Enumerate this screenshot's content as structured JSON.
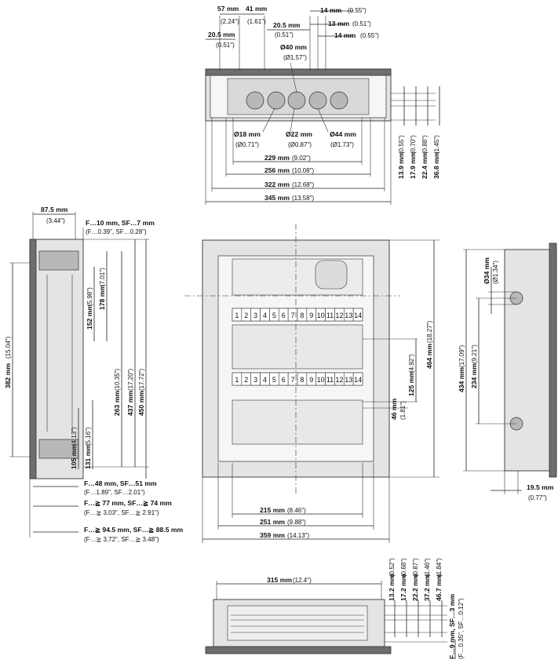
{
  "top_view": {
    "dims": [
      {
        "id": "a1",
        "main": "57 mm",
        "sub": "(2.24\")"
      },
      {
        "id": "a2",
        "main": "41 mm",
        "sub": "(1.61\")"
      },
      {
        "id": "a3",
        "main": "20.5 mm",
        "sub": "(0.51\")"
      },
      {
        "id": "a4",
        "main": "20.5 mm",
        "sub": "(0.51\")"
      },
      {
        "id": "a5",
        "main": "14 mm",
        "sub": "(0.55\")"
      },
      {
        "id": "a6",
        "main": "13 mm",
        "sub": "(0.51\")"
      },
      {
        "id": "a7",
        "main": "14 mm",
        "sub": "(0.55\")"
      },
      {
        "id": "a8",
        "main": "Ø40 mm",
        "sub": "(Ø1.57\")"
      },
      {
        "id": "a9",
        "main": "Ø18 mm",
        "sub": "(Ø0.71\")"
      },
      {
        "id": "a10",
        "main": "Ø22 mm",
        "sub": "(Ø0.87\")"
      },
      {
        "id": "a11",
        "main": "Ø44 mm",
        "sub": "(Ø1.73\")"
      },
      {
        "id": "a12",
        "main": "229 mm",
        "sub": "(9.02\")"
      },
      {
        "id": "a13",
        "main": "256 mm",
        "sub": "(10.08\")"
      },
      {
        "id": "a14",
        "main": "322 mm",
        "sub": "(12.68\")"
      },
      {
        "id": "a15",
        "main": "345 mm",
        "sub": "(13.58\")"
      }
    ],
    "vertical": [
      {
        "id": "v1",
        "main": "13.9 mm",
        "sub": "(0.55\")"
      },
      {
        "id": "v2",
        "main": "17.9 mm",
        "sub": "(0.70\")"
      },
      {
        "id": "v3",
        "main": "22.4 mm",
        "sub": "(0.88\")"
      },
      {
        "id": "v4",
        "main": "36.8 mm",
        "sub": "(1.45\")"
      }
    ]
  },
  "side_view": {
    "dims": [
      {
        "id": "s1",
        "main": "87.5 mm",
        "sub": "(3.44\")"
      },
      {
        "id": "s2",
        "main": "F…10 mm, SF…7 mm",
        "sub": "(F…0.39\", SF…0.28\")"
      },
      {
        "id": "s3",
        "main": "F…48 mm, SF…51 mm",
        "sub": "(F…1.89\", SF…2.01\")"
      },
      {
        "id": "s4",
        "main": "F…≧ 77 mm, SF…≧ 74 mm",
        "sub": "(F…≧ 3,03\", SF…≧ 2.91\")"
      },
      {
        "id": "s5",
        "main": "F…≧ 94.5 mm, SF…≧ 88.5 mm",
        "sub": "(F…≧ 3,72\", SF…≧ 3.48\")"
      }
    ],
    "vertical": [
      {
        "id": "sv1",
        "main": "382 mm",
        "sub": "(15.04\")"
      },
      {
        "id": "sv2",
        "main": "178 mm",
        "sub": "(7.01\")"
      },
      {
        "id": "sv3",
        "main": "152 mm",
        "sub": "(5.98\")"
      },
      {
        "id": "sv4",
        "main": "263 mm",
        "sub": "(10.35\")"
      },
      {
        "id": "sv5",
        "main": "437 mm",
        "sub": "(17.20\")"
      },
      {
        "id": "sv6",
        "main": "450 mm",
        "sub": "(17.72\")"
      },
      {
        "id": "sv7",
        "main": "105 mm",
        "sub": "(4.13\")"
      },
      {
        "id": "sv8",
        "main": "131 mm",
        "sub": "(5.16\")"
      }
    ]
  },
  "front_view": {
    "module_numbers": [
      "1",
      "2",
      "3",
      "4",
      "5",
      "6",
      "7",
      "8",
      "9",
      "10",
      "11",
      "12",
      "13",
      "14"
    ],
    "dims": [
      {
        "id": "f1",
        "main": "215 mm",
        "sub": "(8.46\")"
      },
      {
        "id": "f2",
        "main": "251 mm",
        "sub": "(9.88\")"
      },
      {
        "id": "f3",
        "main": "359 mm",
        "sub": "(14.13\")"
      }
    ],
    "vertical": [
      {
        "id": "fv1",
        "main": "464 mm",
        "sub": "(18.27\")"
      },
      {
        "id": "fv2",
        "main": "125 mm",
        "sub": "(4.92\")"
      },
      {
        "id": "fv3",
        "main": "46 mm",
        "sub": "(1.81\")"
      }
    ]
  },
  "rear_view": {
    "vertical": [
      {
        "id": "r1",
        "main": "Ø34 mm",
        "sub": "(Ø1.34\")"
      },
      {
        "id": "r2",
        "main": "434 mm",
        "sub": "(17.09\")"
      },
      {
        "id": "r3",
        "main": "234 mm",
        "sub": "(9.21\")"
      }
    ],
    "dims": [
      {
        "id": "r4",
        "main": "19.5 mm",
        "sub": "(0.77\")"
      }
    ]
  },
  "bottom_view": {
    "dims": [
      {
        "id": "b1",
        "main": "315 mm",
        "sub": "(12.4\")"
      }
    ],
    "vertical": [
      {
        "id": "bv1",
        "main": "13.2 mm",
        "sub": "(0.52\")"
      },
      {
        "id": "bv2",
        "main": "17.2 mm",
        "sub": "(0.68\")"
      },
      {
        "id": "bv3",
        "main": "22.2 mm",
        "sub": "(0.87\")"
      },
      {
        "id": "bv4",
        "main": "37.2 mm",
        "sub": "(1.46\")"
      },
      {
        "id": "bv5",
        "main": "46.7 mm",
        "sub": "(1.84\")"
      },
      {
        "id": "bv6",
        "main": "F…9 mm, SF…3 mm",
        "sub": "(F…0.35\", SF…0.12\")"
      }
    ]
  }
}
